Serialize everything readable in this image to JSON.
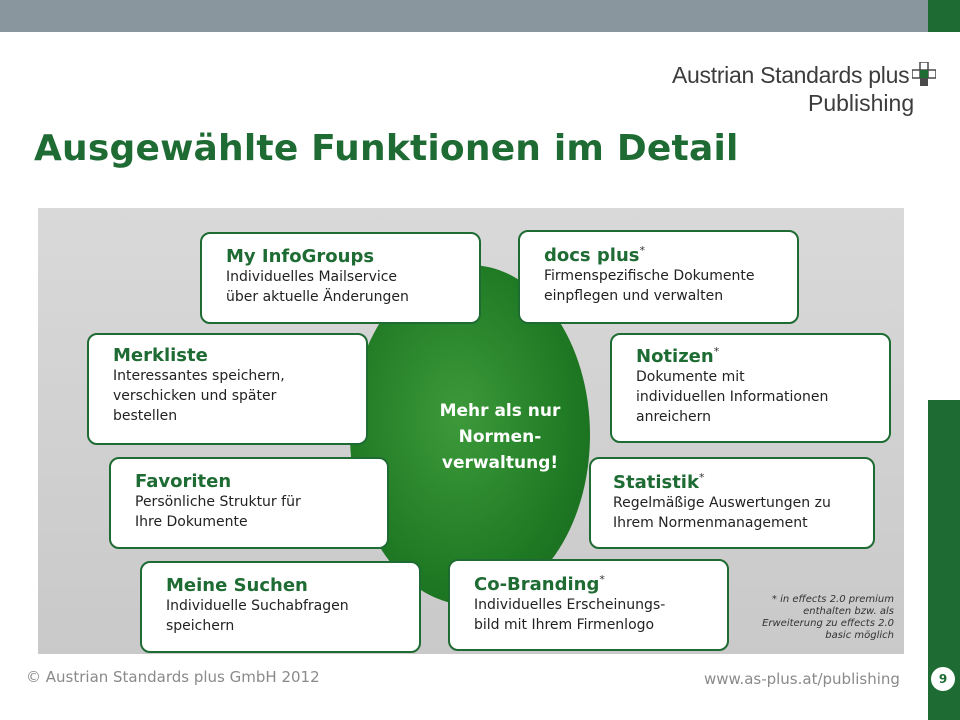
{
  "logo": {
    "line1": "Austrian Standards plus",
    "line2": "Publishing"
  },
  "title": "Ausgewählte Funktionen im Detail",
  "center": {
    "line1": "Mehr als nur",
    "line2": "Normen-",
    "line3": "verwaltung!"
  },
  "boxes": {
    "infogroups": {
      "title": "My InfoGroups",
      "lines": [
        "Individuelles Mailservice",
        "über aktuelle Änderungen"
      ]
    },
    "docsplus": {
      "title": "docs plus",
      "mark": "*",
      "lines": [
        "Firmenspezifische Dokumente",
        "einpflegen und verwalten"
      ]
    },
    "merkliste": {
      "title": "Merkliste",
      "lines": [
        "Interessantes speichern,",
        "verschicken und später",
        "bestellen"
      ]
    },
    "notizen": {
      "title": "Notizen",
      "mark": "*",
      "lines": [
        "Dokumente mit",
        "individuellen Informationen",
        "anreichern"
      ]
    },
    "favoriten": {
      "title": "Favoriten",
      "lines": [
        "Persönliche Struktur für",
        "Ihre Dokumente"
      ]
    },
    "statistik": {
      "title": "Statistik",
      "mark": "*",
      "lines": [
        "Regelmäßige Auswertungen zu",
        "Ihrem Normenmanagement"
      ]
    },
    "suchen": {
      "title": "Meine Suchen",
      "lines": [
        "Individuelle Suchabfragen",
        "speichern"
      ]
    },
    "cobranding": {
      "title": "Co-Branding",
      "mark": "*",
      "lines": [
        "Individuelles Erscheinungs-",
        "bild mit Ihrem Firmenlogo"
      ]
    }
  },
  "footnote": [
    "* in effects 2.0 premium",
    "enthalten bzw. als",
    "Erweiterung zu effects 2.0",
    "basic möglich"
  ],
  "footer": {
    "copyright": "© Austrian Standards plus GmbH 2012",
    "url": "www.as-plus.at/publishing",
    "page": "9"
  },
  "colors": {
    "brand_green": "#1e6b33",
    "topbar_gray": "#8a969e",
    "panel_gray": "#d0d0d0"
  }
}
